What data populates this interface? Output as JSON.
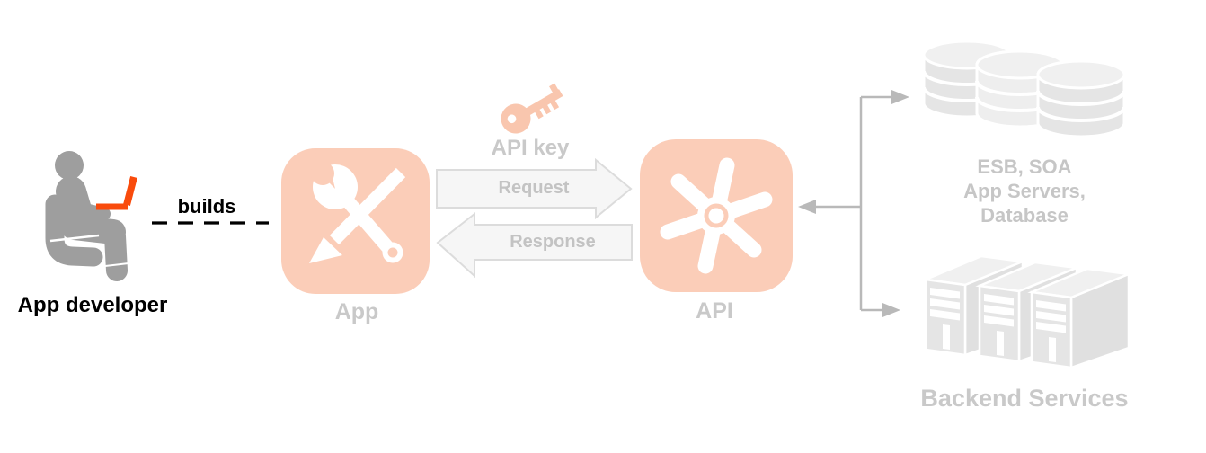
{
  "diagram": {
    "developer": {
      "label": "App developer",
      "builds_label": "builds"
    },
    "app": {
      "label": "App"
    },
    "api_key": {
      "label": "API key"
    },
    "request": {
      "label": "Request"
    },
    "response": {
      "label": "Response"
    },
    "api": {
      "label": "API"
    },
    "backend_top": {
      "line1": "ESB, SOA",
      "line2": "App Servers,",
      "line3": "Database"
    },
    "backend_bottom": {
      "label": "Backend Services"
    }
  },
  "icons": {
    "developer": "person-with-laptop-icon",
    "app": "wrench-pencil-icon",
    "api_key": "key-icon",
    "api": "gear-spoke-icon",
    "backend_top": "database-stack-icon",
    "backend_bottom": "server-stack-icon"
  },
  "colors": {
    "black": "#000000",
    "salmon": "#fbcdb8",
    "key_salmon": "#f9c6ae",
    "laptop_orange": "#f94b0c",
    "person_gray": "#9e9e9e",
    "label_gray": "#c9c9c9",
    "esb_text_gray": "#c6c6c6",
    "arrow_fill": "#f6f6f6",
    "arrow_stroke": "#dcdcdc",
    "arrow_text_gray": "#c3c3c3",
    "connector_gray": "#b9b9b9",
    "asset_fill": "#e5e5e5",
    "asset_fill_light": "#eeeeee",
    "asset_side": "#e0e0e0",
    "asset_top": "#f0f0f0"
  }
}
